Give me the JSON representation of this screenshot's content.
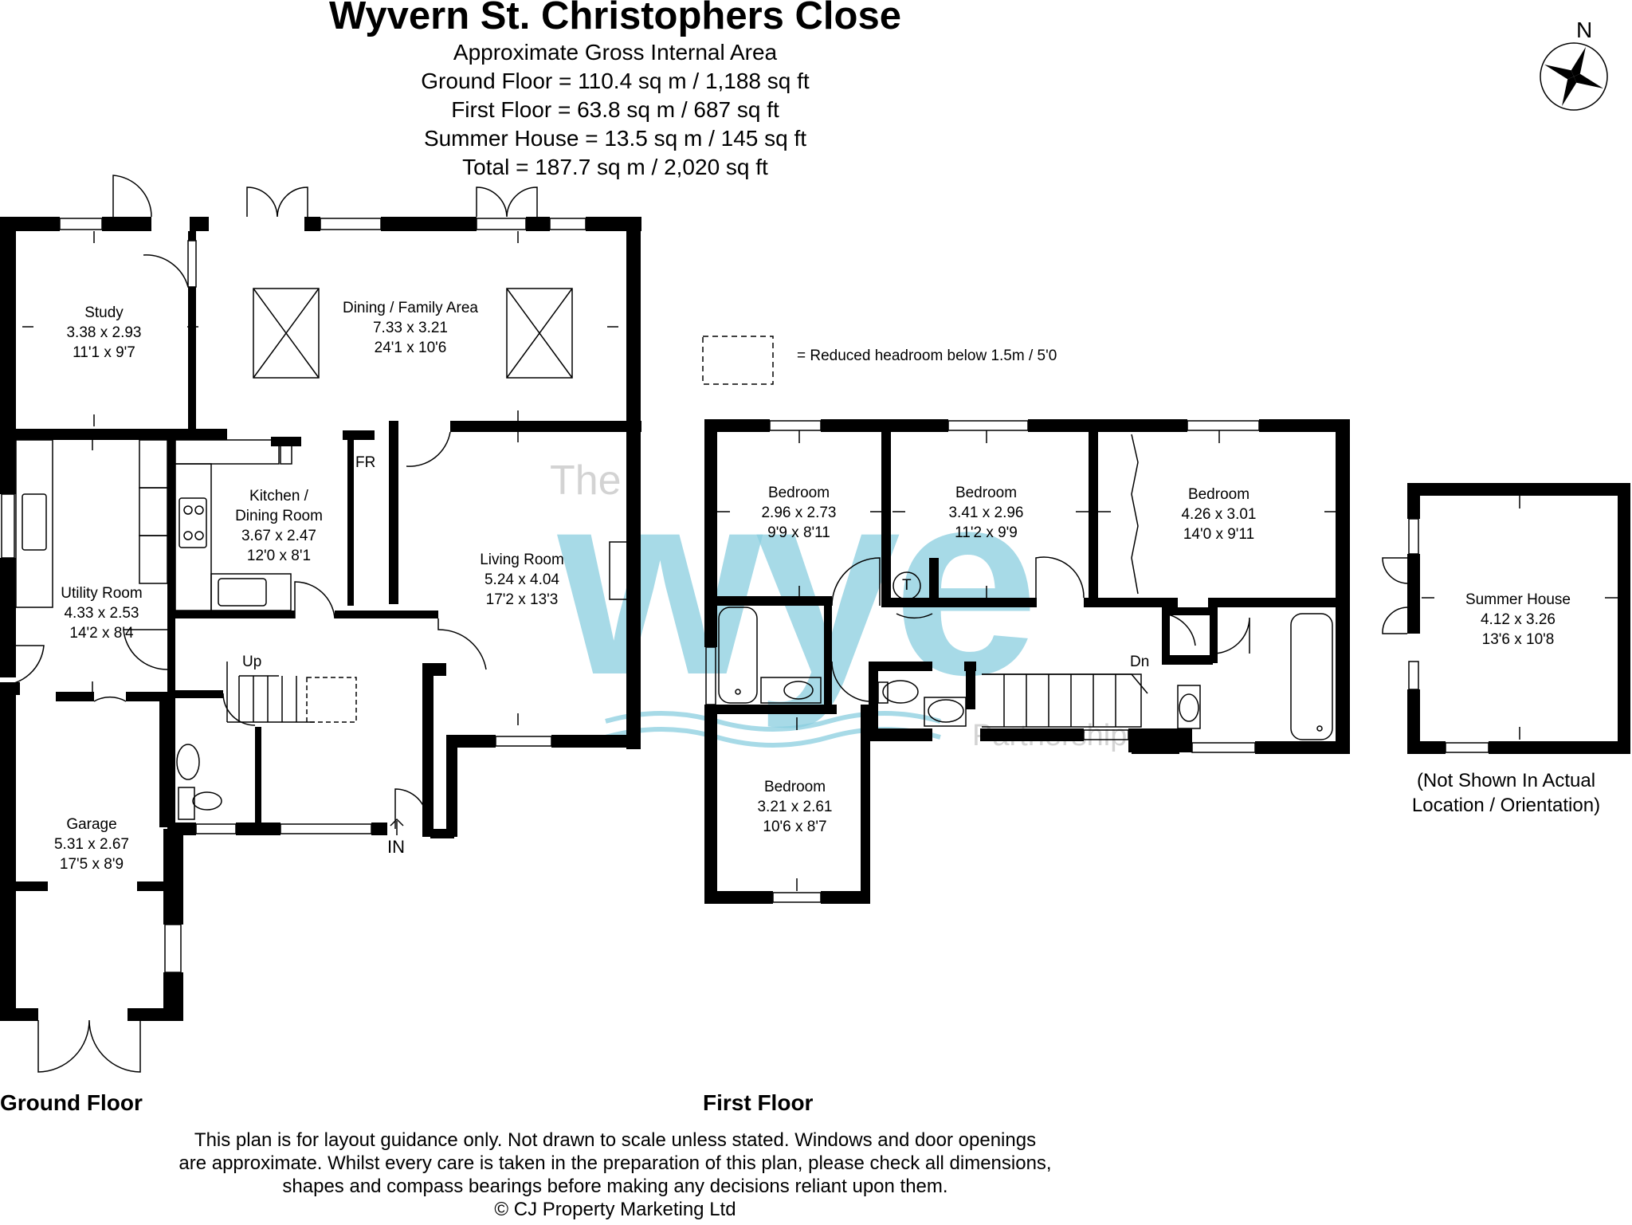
{
  "header": {
    "title": "Wyvern St. Christophers Close",
    "area_heading": "Approximate Gross Internal Area",
    "ground_floor": "Ground Floor = 110.4 sq m / 1,188 sq ft",
    "first_floor": "First Floor = 63.8 sq m / 687 sq ft",
    "summer_house": "Summer House = 13.5 sq m / 145 sq ft",
    "total": "Total = 187.7 sq m / 2,020 sq ft"
  },
  "compass": {
    "label": "N",
    "icon": "compass-rose-icon"
  },
  "legend": {
    "text": "= Reduced headroom below 1.5m / 5'0"
  },
  "rooms": {
    "study": {
      "name": "Study",
      "metric": "3.38 x 2.93",
      "imperial": "11'1 x 9'7"
    },
    "dining": {
      "name": "Dining / Family Area",
      "metric": "7.33 x 3.21",
      "imperial": "24'1 x 10'6"
    },
    "kitchen": {
      "name1": "Kitchen /",
      "name2": "Dining Room",
      "metric": "3.67 x 2.47",
      "imperial": "12'0 x 8'1"
    },
    "utility": {
      "name": "Utility Room",
      "metric": "4.33 x 2.53",
      "imperial": "14'2 x 8'4"
    },
    "living": {
      "name": "Living Room",
      "metric": "5.24 x 4.04",
      "imperial": "17'2 x 13'3"
    },
    "garage": {
      "name": "Garage",
      "metric": "5.31 x 2.67",
      "imperial": "17'5 x 8'9"
    },
    "bedroom1": {
      "name": "Bedroom",
      "metric": "2.96 x 2.73",
      "imperial": "9'9 x 8'11"
    },
    "bedroom2": {
      "name": "Bedroom",
      "metric": "3.41 x 2.96",
      "imperial": "11'2 x 9'9"
    },
    "bedroom3": {
      "name": "Bedroom",
      "metric": "4.26 x 3.01",
      "imperial": "14'0 x 9'11"
    },
    "bedroom4": {
      "name": "Bedroom",
      "metric": "3.21 x 2.61",
      "imperial": "10'6 x 8'7"
    },
    "summer": {
      "name": "Summer House",
      "metric": "4.12 x 3.26",
      "imperial": "13'6 x 10'8"
    }
  },
  "marks": {
    "fridge": "FR",
    "up": "Up",
    "down": "Dn",
    "entrance": "IN",
    "tank": "T"
  },
  "summer_note": {
    "line1": "(Not Shown In Actual",
    "line2": "Location / Orientation)"
  },
  "floor_labels": {
    "ground": "Ground Floor",
    "first": "First Floor"
  },
  "watermark": {
    "small": "The",
    "big": "wye",
    "sub": "Partnership",
    "color": "#7ec8dc"
  },
  "disclaimer": {
    "line1": "This plan is for layout guidance only. Not drawn to scale unless stated. Windows and door openings",
    "line2": "are approximate. Whilst every care is taken in the preparation of this plan, please check all dimensions,",
    "line3": "shapes and compass bearings before making any decisions reliant upon them.",
    "line4": "© CJ Property Marketing Ltd"
  }
}
